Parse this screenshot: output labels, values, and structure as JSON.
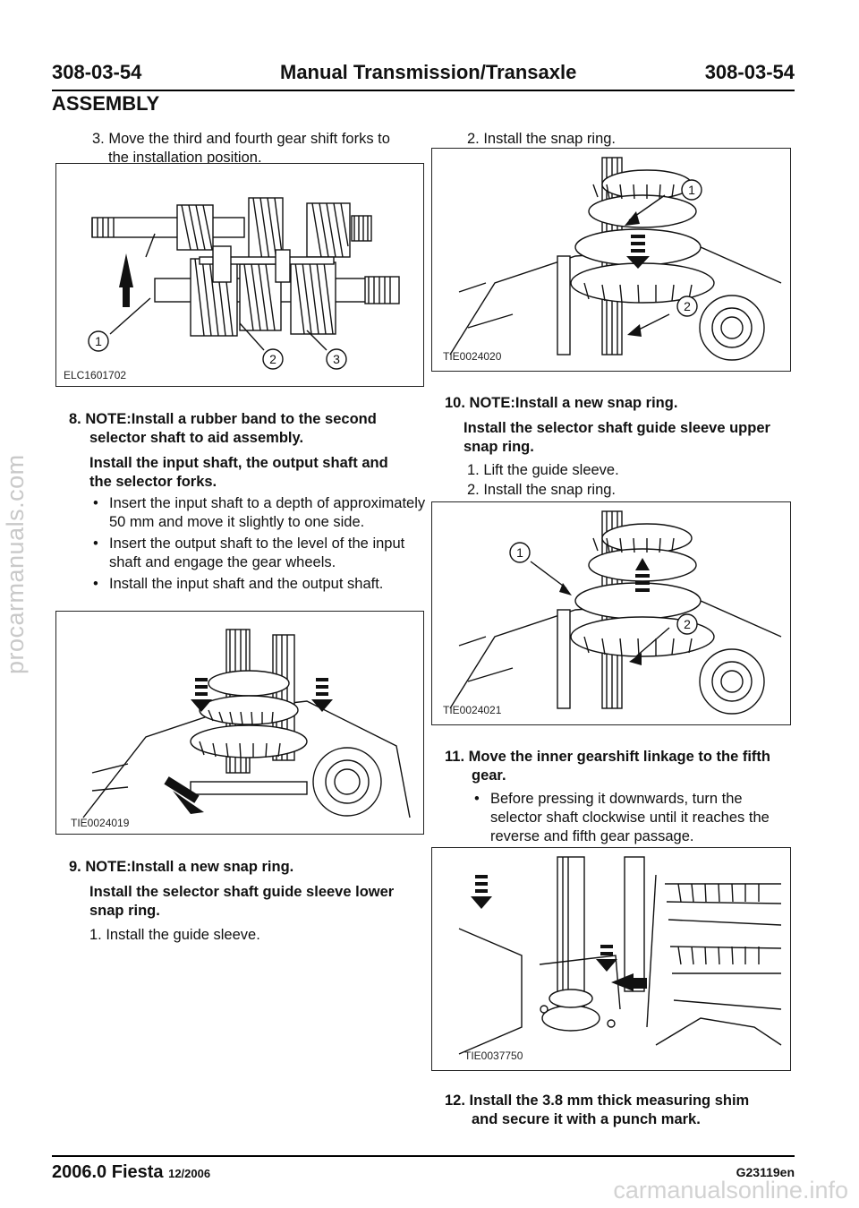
{
  "watermark": {
    "side": "procarmanuals.com",
    "bottom": "carmanualsonline.info"
  },
  "header": {
    "code_left": "308-03-54",
    "title": "Manual Transmission/Transaxle",
    "code_right": "308-03-54"
  },
  "section": "ASSEMBLY",
  "left": {
    "step3_line1": "3. Move the third and fourth gear shift forks to",
    "step3_line2": "the installation position.",
    "fig1": {
      "label": "ELC1601702",
      "callouts": [
        "1",
        "2",
        "3"
      ]
    },
    "step8_num": "8.",
    "step8_note_line1": "NOTE:Install a rubber band to the second",
    "step8_note_line2": "selector shaft to aid assembly.",
    "step8_title_line1": "Install the input shaft, the output shaft and",
    "step8_title_line2": "the selector forks.",
    "bullets": [
      "Insert the input shaft to a depth of approximately 50 mm and move it slightly to one side.",
      "Insert the output shaft to the level of the input shaft and engage the gear wheels.",
      "Install the input shaft and the output shaft."
    ],
    "fig2": {
      "label": "TIE0024019"
    },
    "step9_num": "9.",
    "step9_note": "NOTE:Install a new snap ring.",
    "step9_title_line1": "Install the selector shaft guide sleeve lower",
    "step9_title_line2": "snap ring.",
    "step9_sub1": "1. Install the guide sleeve."
  },
  "right": {
    "sub2_top": "2. Install the snap ring.",
    "fig3": {
      "label": "TIE0024020",
      "callouts": [
        "1",
        "2"
      ]
    },
    "step10_num": "10.",
    "step10_note": "NOTE:Install a new snap ring.",
    "step10_title_line1": "Install the selector shaft guide sleeve upper",
    "step10_title_line2": "snap ring.",
    "step10_sub1": "1. Lift the guide sleeve.",
    "step10_sub2": "2. Install the snap ring.",
    "fig4": {
      "label": "TIE0024021",
      "callouts": [
        "1",
        "2"
      ]
    },
    "step11_num": "11.",
    "step11_title_line1": "Move the inner gearshift linkage to the fifth",
    "step11_title_line2": "gear.",
    "step11_bullet": "Before pressing it downwards, turn the selector shaft clockwise until it reaches the reverse and fifth gear passage.",
    "fig5": {
      "label": "TIE0037750"
    },
    "step12_num": "12.",
    "step12_title_line1": "Install the 3.8 mm thick measuring shim",
    "step12_title_line2": "and secure it with a punch mark."
  },
  "footer": {
    "model": "2006.0 Fiesta",
    "date": "12/2006",
    "code": "G23119en"
  }
}
